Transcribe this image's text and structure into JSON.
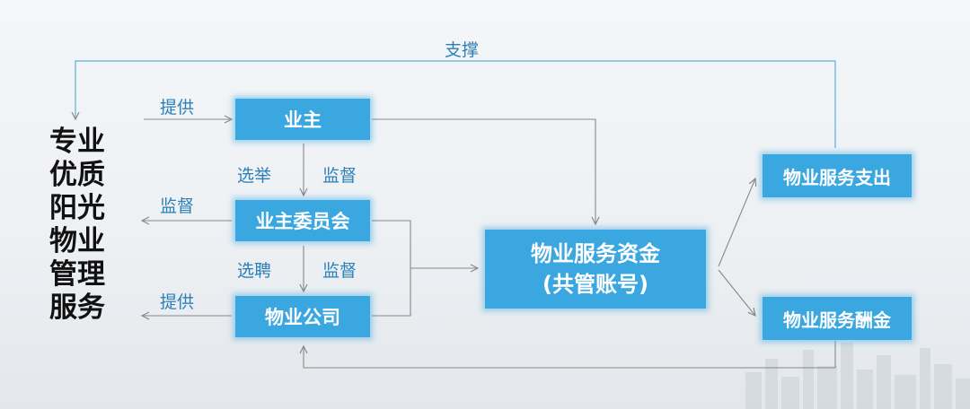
{
  "left_title": [
    "专业",
    "优质",
    "阳光",
    "物业",
    "管理",
    "服务"
  ],
  "nodes": {
    "owner": "业主",
    "committee": "业主委员会",
    "company": "物业公司",
    "fund_line1": "物业服务资金",
    "fund_line2": "(共管账号)",
    "expense": "物业服务支出",
    "fee": "物业服务酬金"
  },
  "edge_labels": {
    "support": "支撑",
    "provide_top": "提供",
    "elect": "选举",
    "supervise_1": "监督",
    "supervise_left": "监督",
    "hire": "选聘",
    "supervise_2": "监督",
    "provide_bottom": "提供"
  },
  "colors": {
    "box_fill": "#3aa7e0",
    "arrow": "#888888",
    "support_line": "#5ab0dc",
    "label_text": "#2c7fb8"
  }
}
